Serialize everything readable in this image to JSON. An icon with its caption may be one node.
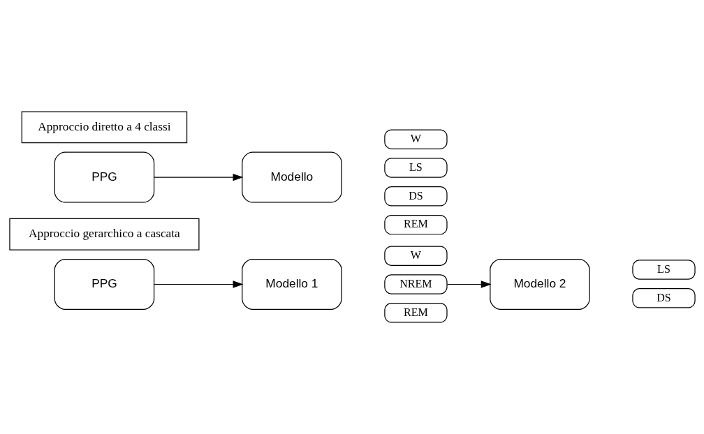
{
  "diagram": {
    "nodes": [
      {
        "text": [
          "Approccio diretto a 4 classi"
        ]
      },
      {
        "text": [
          "PPG"
        ]
      },
      {
        "text": [
          "Modello"
        ]
      },
      {
        "text": [
          "W"
        ]
      },
      {
        "text": [
          "LS"
        ]
      },
      {
        "text": [
          "DS"
        ]
      },
      {
        "text": [
          "REM"
        ]
      },
      {
        "text": [
          "Approccio gerarchico a cascata"
        ]
      },
      {
        "text": [
          "PPG"
        ]
      },
      {
        "text": [
          "Modello 1"
        ]
      },
      {
        "text": [
          "W"
        ]
      },
      {
        "text": [
          "NREM"
        ]
      },
      {
        "text": [
          "REM"
        ]
      },
      {
        "text": [
          "Modello 2"
        ]
      },
      {
        "text": [
          "LS"
        ]
      },
      {
        "text": [
          "DS"
        ]
      }
    ],
    "edges": [
      {
        "from": 1,
        "to": 2,
        "arrow": "to"
      },
      {
        "from": 8,
        "to": 9,
        "arrow": "to"
      },
      {
        "from": 11,
        "to": 13,
        "arrow": "to"
      }
    ]
  }
}
